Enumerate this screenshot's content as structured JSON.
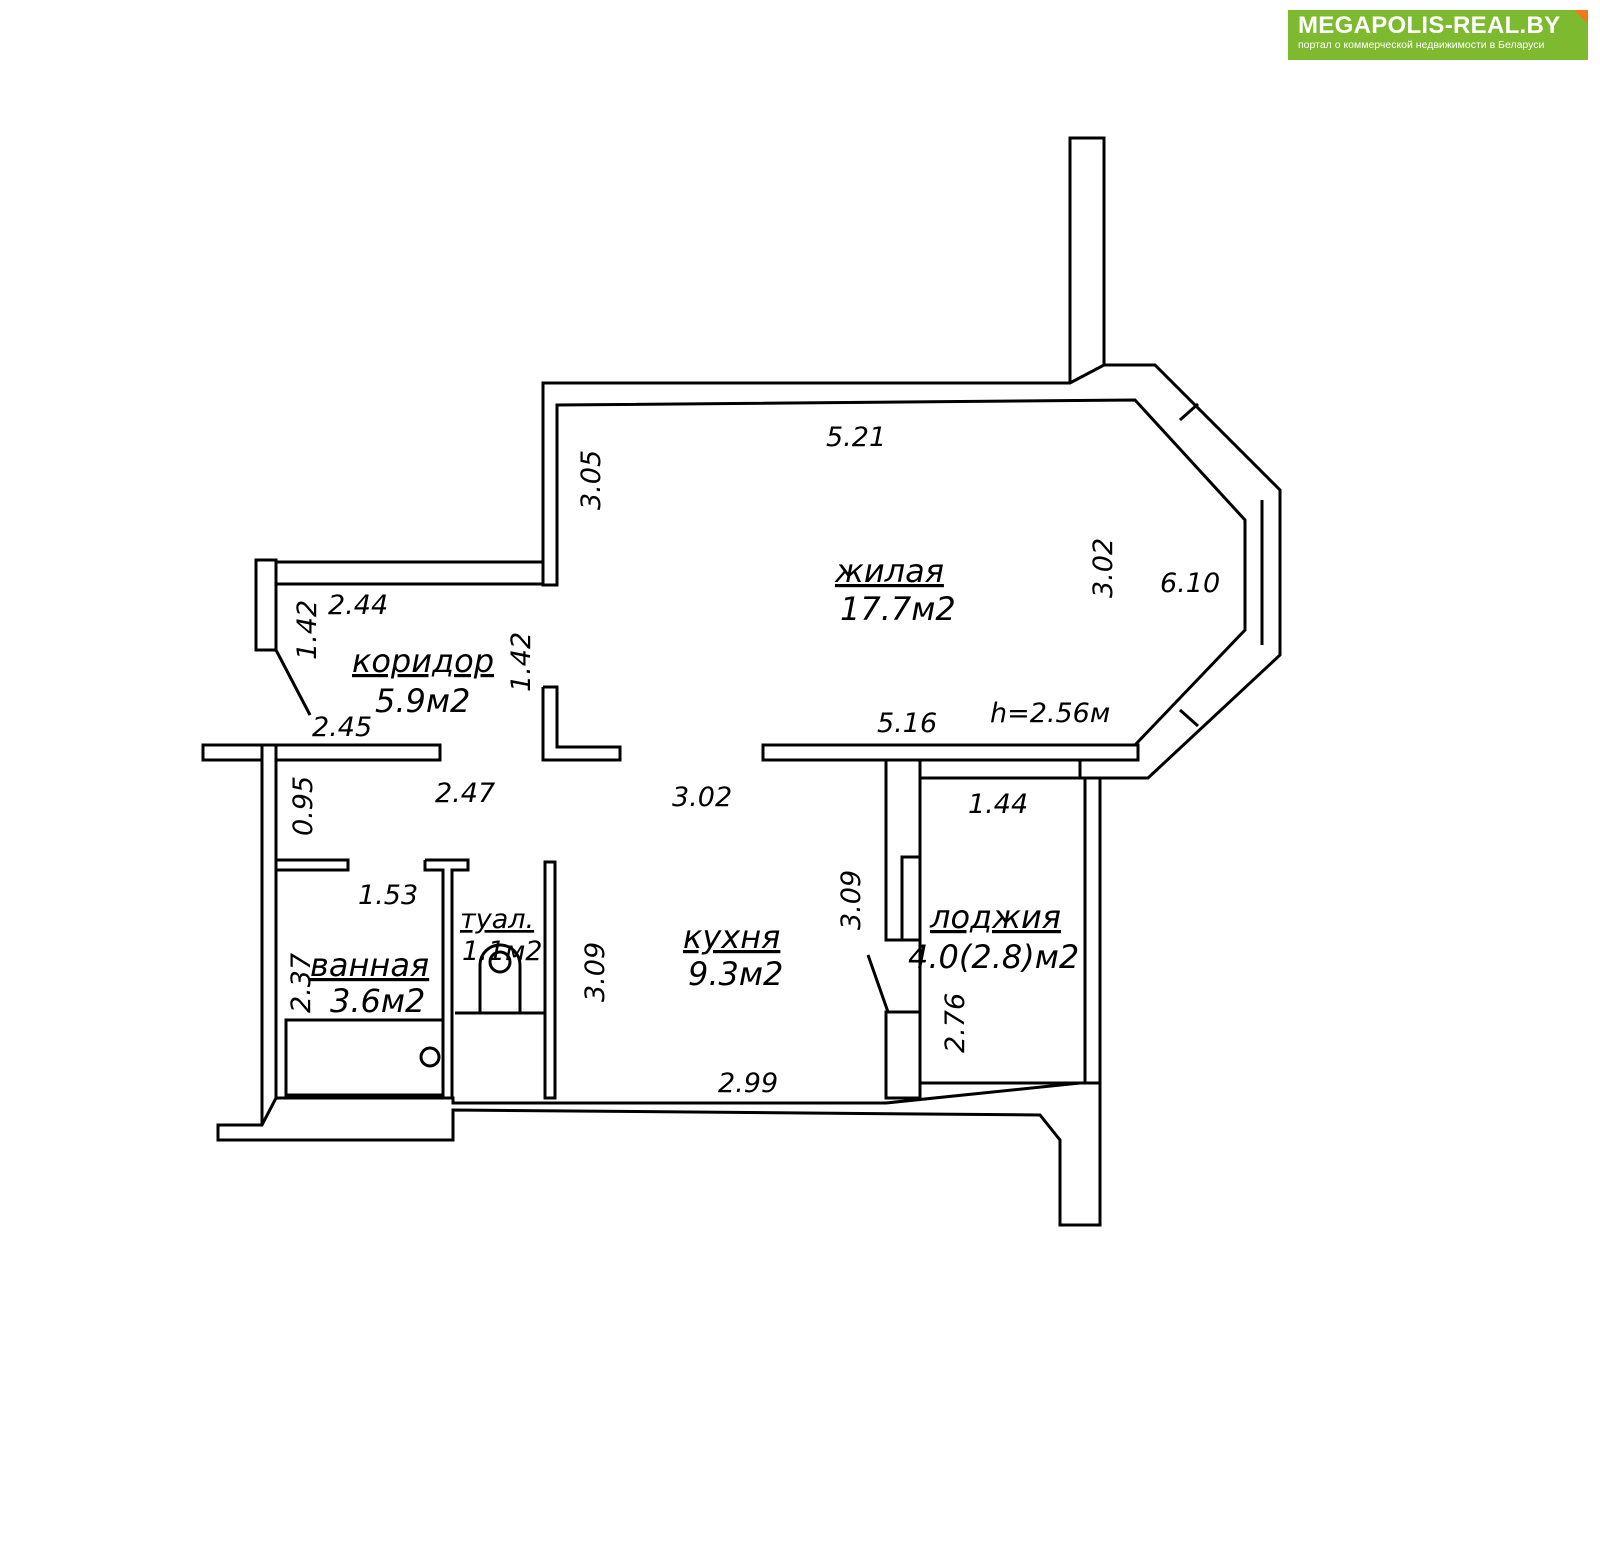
{
  "logo": {
    "title": "MEGAPOLIS-REAL.BY",
    "subtitle": "портал о коммерческой недвижимости в Беларуси"
  },
  "rooms": [
    {
      "name": "жилая",
      "area": "17.7м2"
    },
    {
      "name": "коридор",
      "area": "5.9м2"
    },
    {
      "name": "кухня",
      "area": "9.3м2"
    },
    {
      "name": "ванная",
      "area": "3.6м2"
    },
    {
      "name": "туал.",
      "area": "1.1м2"
    },
    {
      "name": "лоджия",
      "area": "4.0(2.8)м2"
    }
  ],
  "height": "h=2.56м",
  "dimensions": {
    "living_top": "5.21",
    "living_left": "3.05",
    "living_inner": "3.02",
    "living_bay": "6.10",
    "living_bottom": "5.16",
    "corridor_top": "2.44",
    "corridor_left": "1.42",
    "corridor_right": "1.42",
    "corridor_diag": "2.45",
    "hall_left": "2.47",
    "hall_center": "3.02",
    "hall_side": "0.95",
    "bath_width": "1.53",
    "bath_height": "2.37",
    "wc_height": "3.09",
    "kitchen_right": "3.09",
    "kitchen_bottom": "2.99",
    "loggia_top": "1.44",
    "loggia_side": "2.76"
  }
}
